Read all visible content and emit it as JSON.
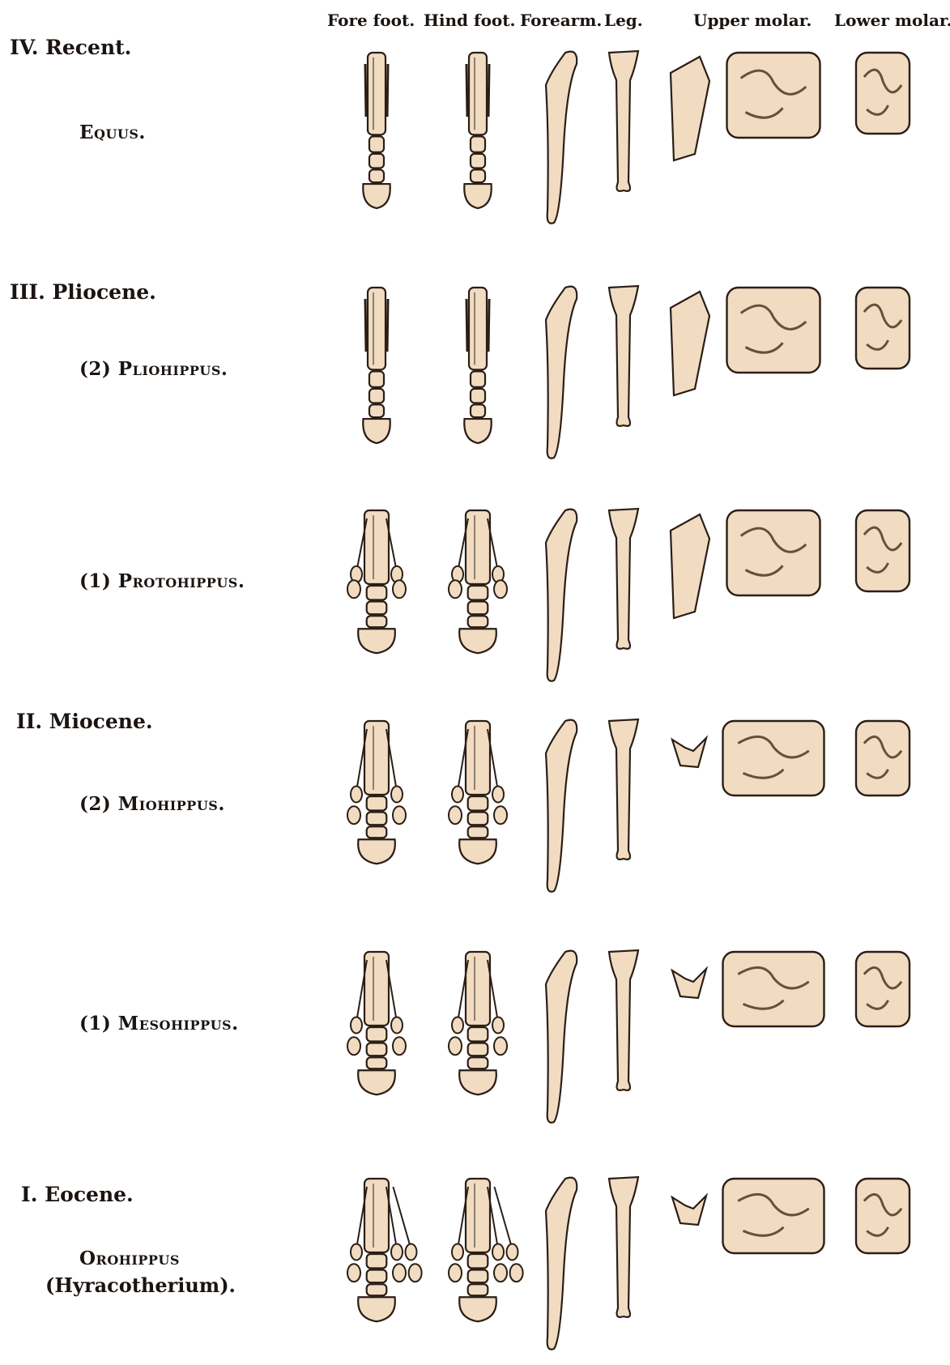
{
  "columns": {
    "fore_foot": "Fore foot.",
    "hind_foot": "Hind foot.",
    "forearm": "Forearm.",
    "leg": "Leg.",
    "upper_molar": "Upper molar.",
    "lower_molar": "Lower molar."
  },
  "stages": [
    {
      "epoch": "IV. Recent.",
      "genera": [
        {
          "prefix": "",
          "name": "Equus."
        }
      ]
    },
    {
      "epoch": "III. Pliocene.",
      "genera": [
        {
          "prefix": "(2)",
          "name": "Pliohippus."
        },
        {
          "prefix": "(1)",
          "name": "Protohippus."
        }
      ]
    },
    {
      "epoch": "II. Miocene.",
      "genera": [
        {
          "prefix": "(2)",
          "name": "Miohippus."
        },
        {
          "prefix": "(1)",
          "name": "Mesohippus."
        }
      ]
    },
    {
      "epoch": "I. Eocene.",
      "genera": [
        {
          "prefix": "",
          "name": "Orohippus",
          "note": "(Hyracotherium)."
        }
      ]
    }
  ],
  "rows": [
    {
      "genus": "Equus",
      "toes": 1,
      "side_toes": "splint",
      "tooth": "high-crowned"
    },
    {
      "genus": "Pliohippus",
      "toes": 1,
      "side_toes": "splint",
      "tooth": "high-crowned"
    },
    {
      "genus": "Protohippus",
      "toes": 3,
      "side_toes": "reduced",
      "tooth": "high-crowned"
    },
    {
      "genus": "Miohippus",
      "toes": 3,
      "side_toes": "full",
      "tooth": "low-crowned"
    },
    {
      "genus": "Mesohippus",
      "toes": 3,
      "side_toes": "full",
      "tooth": "low-crowned"
    },
    {
      "genus": "Orohippus",
      "toes": 4,
      "side_toes": "full",
      "tooth": "low-crowned"
    }
  ],
  "colors": {
    "bone": "#f1dcc2",
    "ink": "#2b1e16",
    "enamel": "#6b4e3a",
    "background": "#ffffff"
  }
}
